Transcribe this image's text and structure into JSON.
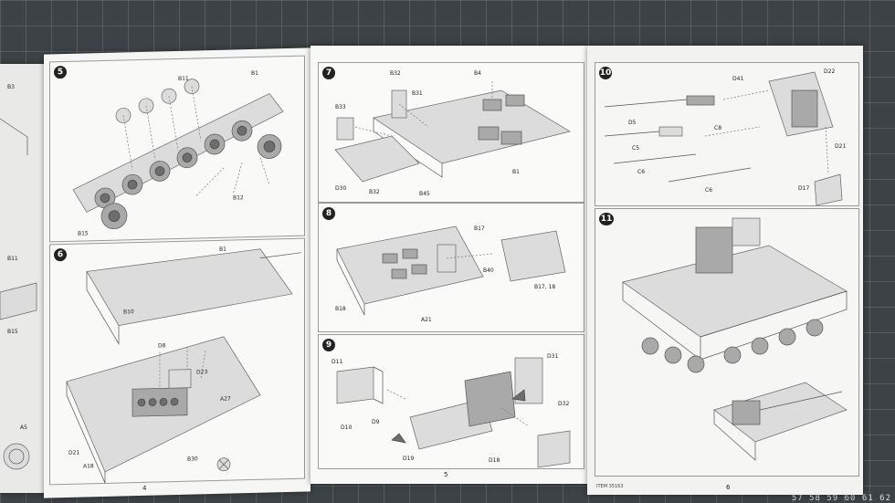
{
  "pages": {
    "left_edge_labels": [
      "B3",
      "B11",
      "B15",
      "A5"
    ],
    "page4": {
      "number": "4",
      "step5": {
        "num": "5",
        "parts": [
          "B11",
          "B1",
          "B12",
          "B15"
        ]
      },
      "step6": {
        "num": "6",
        "parts": [
          "B1",
          "B10",
          "D8",
          "D23",
          "A27",
          "B30",
          "D21",
          "A18"
        ]
      }
    },
    "page5": {
      "number": "5",
      "step7": {
        "num": "7",
        "parts": [
          "B32",
          "B31",
          "B33",
          "B4",
          "D30",
          "B32",
          "B45",
          "B1"
        ]
      },
      "step8": {
        "num": "8",
        "parts": [
          "B17",
          "B40",
          "B18",
          "A21",
          "B17, 18"
        ]
      },
      "step9": {
        "num": "9",
        "parts": [
          "D11",
          "D31",
          "D10",
          "D9",
          "D19",
          "D18",
          "D32"
        ]
      }
    },
    "page6": {
      "number": "6",
      "step10": {
        "num": "10",
        "parts": [
          "D41",
          "D22",
          "D5",
          "C8",
          "D21",
          "C5",
          "C6",
          "D17",
          "C6"
        ]
      },
      "step11": {
        "num": "11"
      },
      "footer": "ITEM 35163"
    }
  },
  "ruler_text": "57  58  59  60  61  62"
}
